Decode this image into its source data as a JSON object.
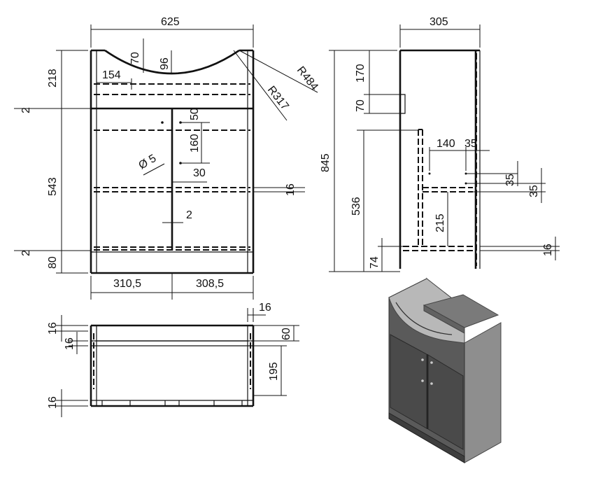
{
  "front_view": {
    "width_total": "625",
    "height_top": "218",
    "basin_left": "154",
    "basin_depth_small": "70",
    "basin_depth": "96",
    "radius_outer": "R484",
    "radius_inner": "R317",
    "rail_gap": "2",
    "door_height": "543",
    "knob_spacing": "50",
    "knob_drop": "160",
    "hole_diameter": "Ø 5",
    "knob_offset": "30",
    "shelf_thickness": "16",
    "door_gap": "2",
    "bottom_gap": "2",
    "plinth_height": "80",
    "door_left_width": "310,5",
    "door_right_width": "308,5"
  },
  "side_view": {
    "depth": "305",
    "total_height": "845",
    "top_height": "170",
    "rail_height": "70",
    "shelf_depth": "140",
    "shelf_setback": "35",
    "hole_spacing_a": "35",
    "hole_spacing_b": "35",
    "lower_height": "536",
    "shelf_height": "215",
    "plinth_height": "74",
    "base_thickness": "16"
  },
  "top_view": {
    "side_thickness": "16",
    "front_thickness": "16",
    "rail_offset": "16",
    "rail_depth": "60",
    "shelf_depth": "195",
    "back_thickness": "16"
  }
}
